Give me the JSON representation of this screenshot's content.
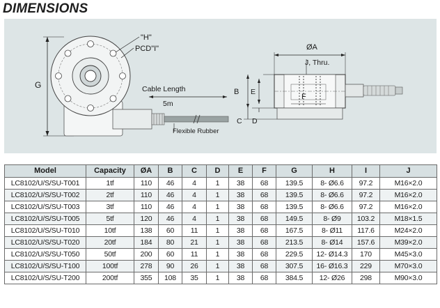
{
  "heading": "DIMENSIONS",
  "drawing": {
    "label_H": "\"H\"",
    "label_PCD": "PCD\"I\"",
    "label_G": "G",
    "label_cable_length": "Cable Length",
    "label_5m": "5m",
    "label_flexible_rubber": "Flexible Rubber",
    "label_A": "ØA",
    "label_J": "J, Thru.",
    "label_F": "F",
    "label_B": "B",
    "label_E": "E",
    "label_C": "C",
    "label_D": "D"
  },
  "table": {
    "headers": [
      "Model",
      "Capacity",
      "ØA",
      "B",
      "C",
      "D",
      "E",
      "F",
      "G",
      "H",
      "I",
      "J"
    ],
    "rows": [
      [
        "LC8102/U/S/SU-T001",
        "1tf",
        "110",
        "46",
        "4",
        "1",
        "38",
        "68",
        "139.5",
        "8- Ø6.6",
        "97.2",
        "M16×2.0"
      ],
      [
        "LC8102/U/S/SU-T002",
        "2tf",
        "110",
        "46",
        "4",
        "1",
        "38",
        "68",
        "139.5",
        "8- Ø6.6",
        "97.2",
        "M16×2.0"
      ],
      [
        "LC8102/U/S/SU-T003",
        "3tf",
        "110",
        "46",
        "4",
        "1",
        "38",
        "68",
        "139.5",
        "8- Ø6.6",
        "97.2",
        "M16×2.0"
      ],
      [
        "LC8102/U/S/SU-T005",
        "5tf",
        "120",
        "46",
        "4",
        "1",
        "38",
        "68",
        "149.5",
        "8- Ø9",
        "103.2",
        "M18×1.5"
      ],
      [
        "LC8102/U/S/SU-T010",
        "10tf",
        "138",
        "60",
        "11",
        "1",
        "38",
        "68",
        "167.5",
        "8- Ø11",
        "117.6",
        "M24×2.0"
      ],
      [
        "LC8102/U/S/SU-T020",
        "20tf",
        "184",
        "80",
        "21",
        "1",
        "38",
        "68",
        "213.5",
        "8- Ø14",
        "157.6",
        "M39×2.0"
      ],
      [
        "LC8102/U/S/SU-T050",
        "50tf",
        "200",
        "60",
        "11",
        "1",
        "38",
        "68",
        "229.5",
        "12- Ø14.3",
        "170",
        "M45×3.0"
      ],
      [
        "LC8102/U/S/SU-T100",
        "100tf",
        "278",
        "90",
        "26",
        "1",
        "38",
        "68",
        "307.5",
        "16- Ø16.3",
        "229",
        "M70×3.0"
      ],
      [
        "LC8102/U/S/SU-T200",
        "200tf",
        "355",
        "108",
        "35",
        "1",
        "38",
        "68",
        "384.5",
        "12- Ø26",
        "298",
        "M90×3.0"
      ]
    ]
  }
}
